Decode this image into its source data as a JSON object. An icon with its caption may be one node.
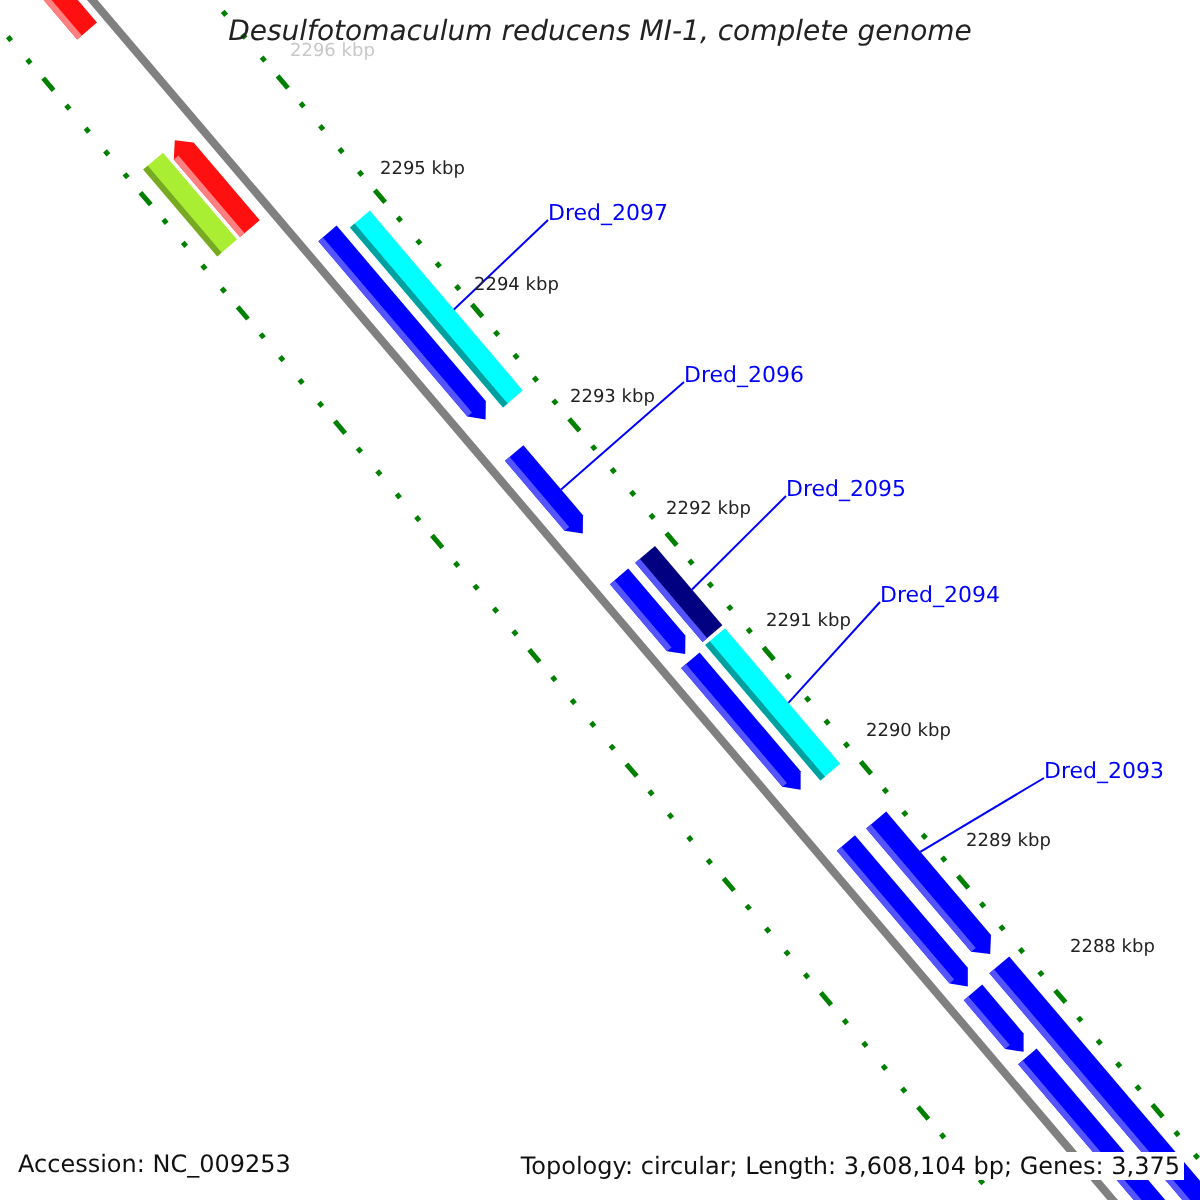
{
  "diagram": {
    "title": "Desulfotomaculum reducens MI-1, complete genome",
    "nodes": [
      {
        "text": [
          "Dred_2097"
        ]
      },
      {
        "text": [
          "Dred_2096"
        ]
      },
      {
        "text": [
          "Dred_2095"
        ]
      },
      {
        "text": [
          "Dred_2094"
        ]
      },
      {
        "text": [
          "Dred_2093"
        ]
      },
      {
        "text": [],
        "shape": "arrow"
      },
      {
        "text": [],
        "shape": "arrow"
      },
      {
        "text": [],
        "shape": "arrow"
      },
      {
        "text": [],
        "shape": "arrow"
      },
      {
        "text": [],
        "shape": "arrow"
      }
    ],
    "edges": [
      {
        "from": 0,
        "to": 5,
        "arrow": "none"
      },
      {
        "from": 1,
        "to": 6,
        "arrow": "none"
      },
      {
        "from": 2,
        "to": 7,
        "arrow": "none"
      },
      {
        "from": 3,
        "to": 8,
        "arrow": "none"
      },
      {
        "from": 4,
        "to": 9,
        "arrow": "none"
      }
    ],
    "labels": [
      "2296 kbp",
      "2295 kbp",
      "2294 kbp",
      "2293 kbp",
      "2292 kbp",
      "2291 kbp",
      "2290 kbp",
      "2289 kbp",
      "2288 kbp",
      "Accession: NC_009253",
      "Topology: circular; Length: 3,608,104 bp; Genes: 3,375"
    ]
  }
}
